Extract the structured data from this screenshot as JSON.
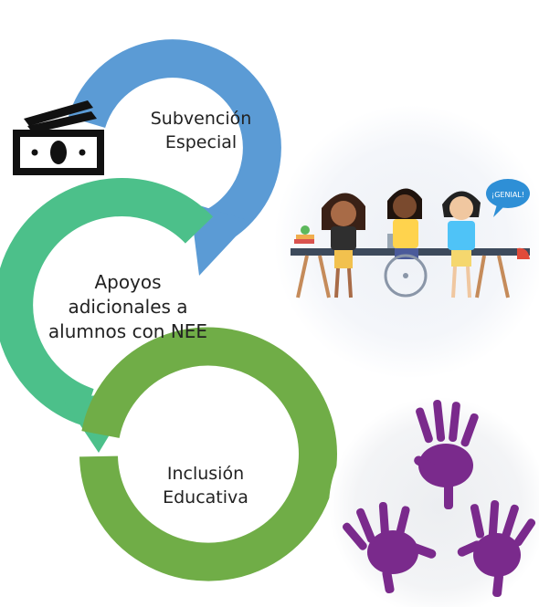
{
  "stages": [
    {
      "id": "subvencion",
      "lines": [
        "Subvención",
        "Especial"
      ],
      "color": "#5b9bd5"
    },
    {
      "id": "apoyos",
      "lines": [
        "Apoyos",
        "adicionales a",
        "alumnos con NEE"
      ],
      "color": "#4cc08a"
    },
    {
      "id": "inclusion",
      "lines": [
        "Inclusión",
        "Educativa"
      ],
      "color": "#70ad47"
    }
  ],
  "illustrations": {
    "money": {
      "icon": "banknote-icon",
      "color": "#111111"
    },
    "students": {
      "icon": "students-at-table-illustration",
      "speech_bubble": "¡GENIAL!",
      "bubble_color": "#2e8fd6"
    },
    "hands": {
      "icon": "handprints-icon",
      "color": "#7a2a8c"
    }
  }
}
